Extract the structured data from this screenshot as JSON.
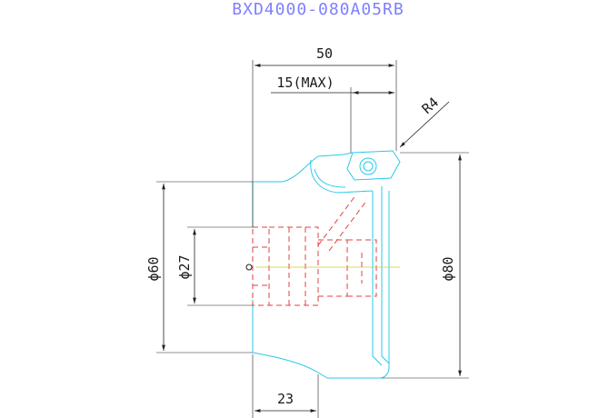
{
  "drawing": {
    "title": "BXD4000-080A05RB",
    "dimensions": {
      "overall_length": "50",
      "max_depth": "15(MAX)",
      "corner_radius": "R4",
      "shank_diameter": "ϕ27",
      "neck_diameter": "ϕ60",
      "cutting_diameter": "ϕ80",
      "shank_length": "23"
    }
  },
  "colors": {
    "title": "#7f7fff",
    "body_outline": "#29c8e8",
    "hidden_lines": "#e04040",
    "dimension_lines": "#222222"
  }
}
